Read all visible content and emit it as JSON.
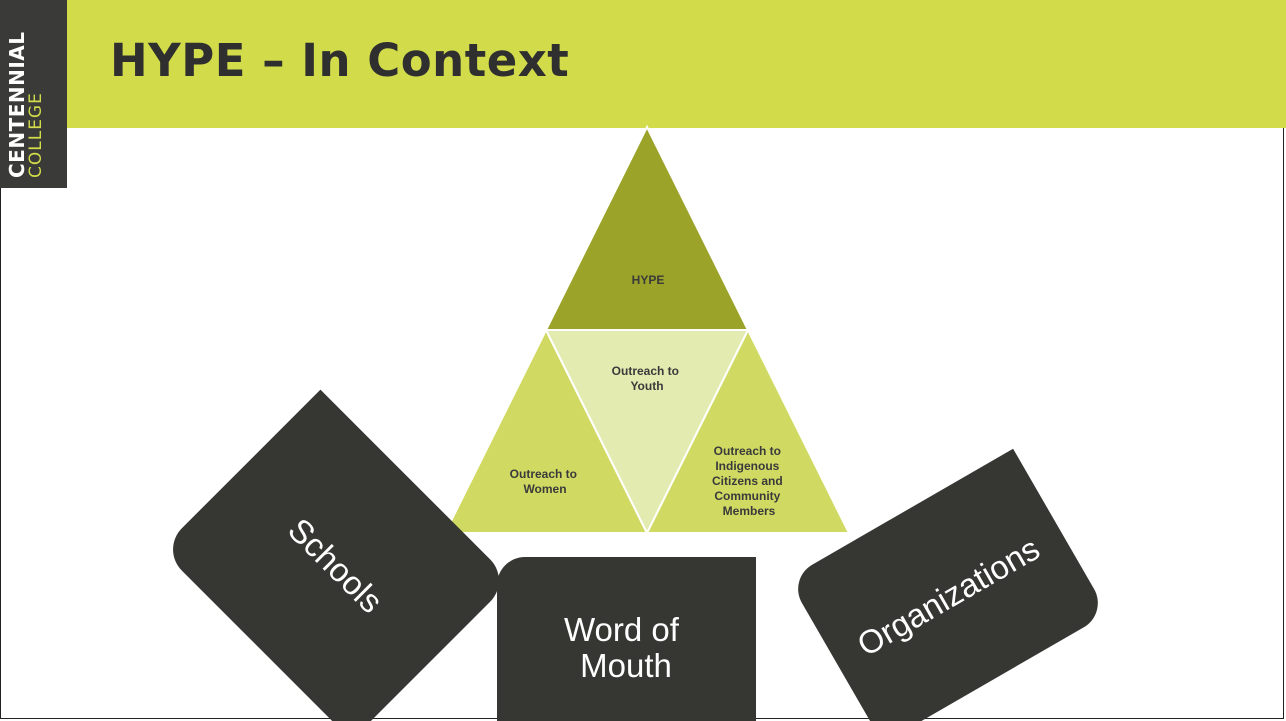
{
  "logo": {
    "line1": "CENTENNIAL",
    "line2": "COLLEGE"
  },
  "slide": {
    "title": "HYPE – In Context"
  },
  "pyramid": {
    "top": "HYPE",
    "center": [
      "Outreach to",
      "Youth"
    ],
    "left": [
      "Outreach to",
      "Women"
    ],
    "right": [
      "Outreach to",
      "Indigenous",
      "Citizens and",
      "Community",
      "Members"
    ]
  },
  "boxes": {
    "schools": "Schools",
    "word_of_mouth": [
      "Word of",
      "Mouth"
    ],
    "organizations": "Organizations"
  },
  "colors": {
    "header": "#d2dc4a",
    "logo_bar": "#3a3a38",
    "top_triangle": "#9ba328",
    "side_triangles": "#d0da63",
    "center_triangle": "#e4ebb1",
    "boxes": "#363633"
  }
}
